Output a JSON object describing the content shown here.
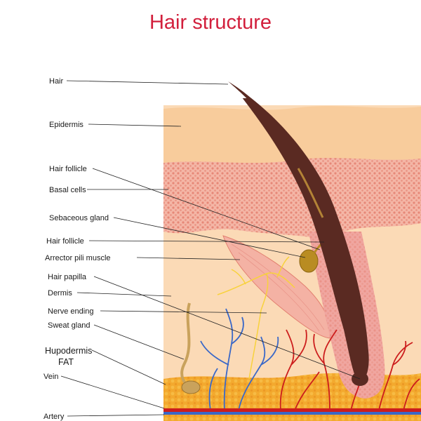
{
  "title": "Hair structure",
  "labels": [
    {
      "id": "hair",
      "text": "Hair"
    },
    {
      "id": "epidermis",
      "text": "Epidermis"
    },
    {
      "id": "hair_follicle_1",
      "text": "Hair follicle"
    },
    {
      "id": "basal_cells",
      "text": "Basal cells"
    },
    {
      "id": "sebaceous_gland",
      "text": "Sebaceous gland"
    },
    {
      "id": "hair_follicle_2",
      "text": "Hair follicle"
    },
    {
      "id": "arrector_pili",
      "text": "Arrector pili muscle"
    },
    {
      "id": "hair_papilla",
      "text": "Hair papilla"
    },
    {
      "id": "dermis",
      "text": "Dermis"
    },
    {
      "id": "nerve_ending",
      "text": "Nerve ending"
    },
    {
      "id": "sweat_gland",
      "text": "Sweat gland"
    },
    {
      "id": "hypodermis_1",
      "text": "Hupodermis"
    },
    {
      "id": "hypodermis_2",
      "text": "FAT"
    },
    {
      "id": "vein",
      "text": "Vein"
    },
    {
      "id": "artery",
      "text": "Artery"
    }
  ],
  "colors": {
    "title": "#d21f3c",
    "epidermis": "#f8cc9c",
    "basal_layer": "#f4b6a6",
    "dermis": "#fbdab6",
    "fat": "#f3a92e",
    "hair_shaft": "#5a2a22",
    "follicle": "#f0a6a0",
    "muscle": "#f4b2a4",
    "gland": "#b98c22",
    "vein": "#3a68c8",
    "artery": "#cc1d1d",
    "nerve": "#f8d23c"
  }
}
